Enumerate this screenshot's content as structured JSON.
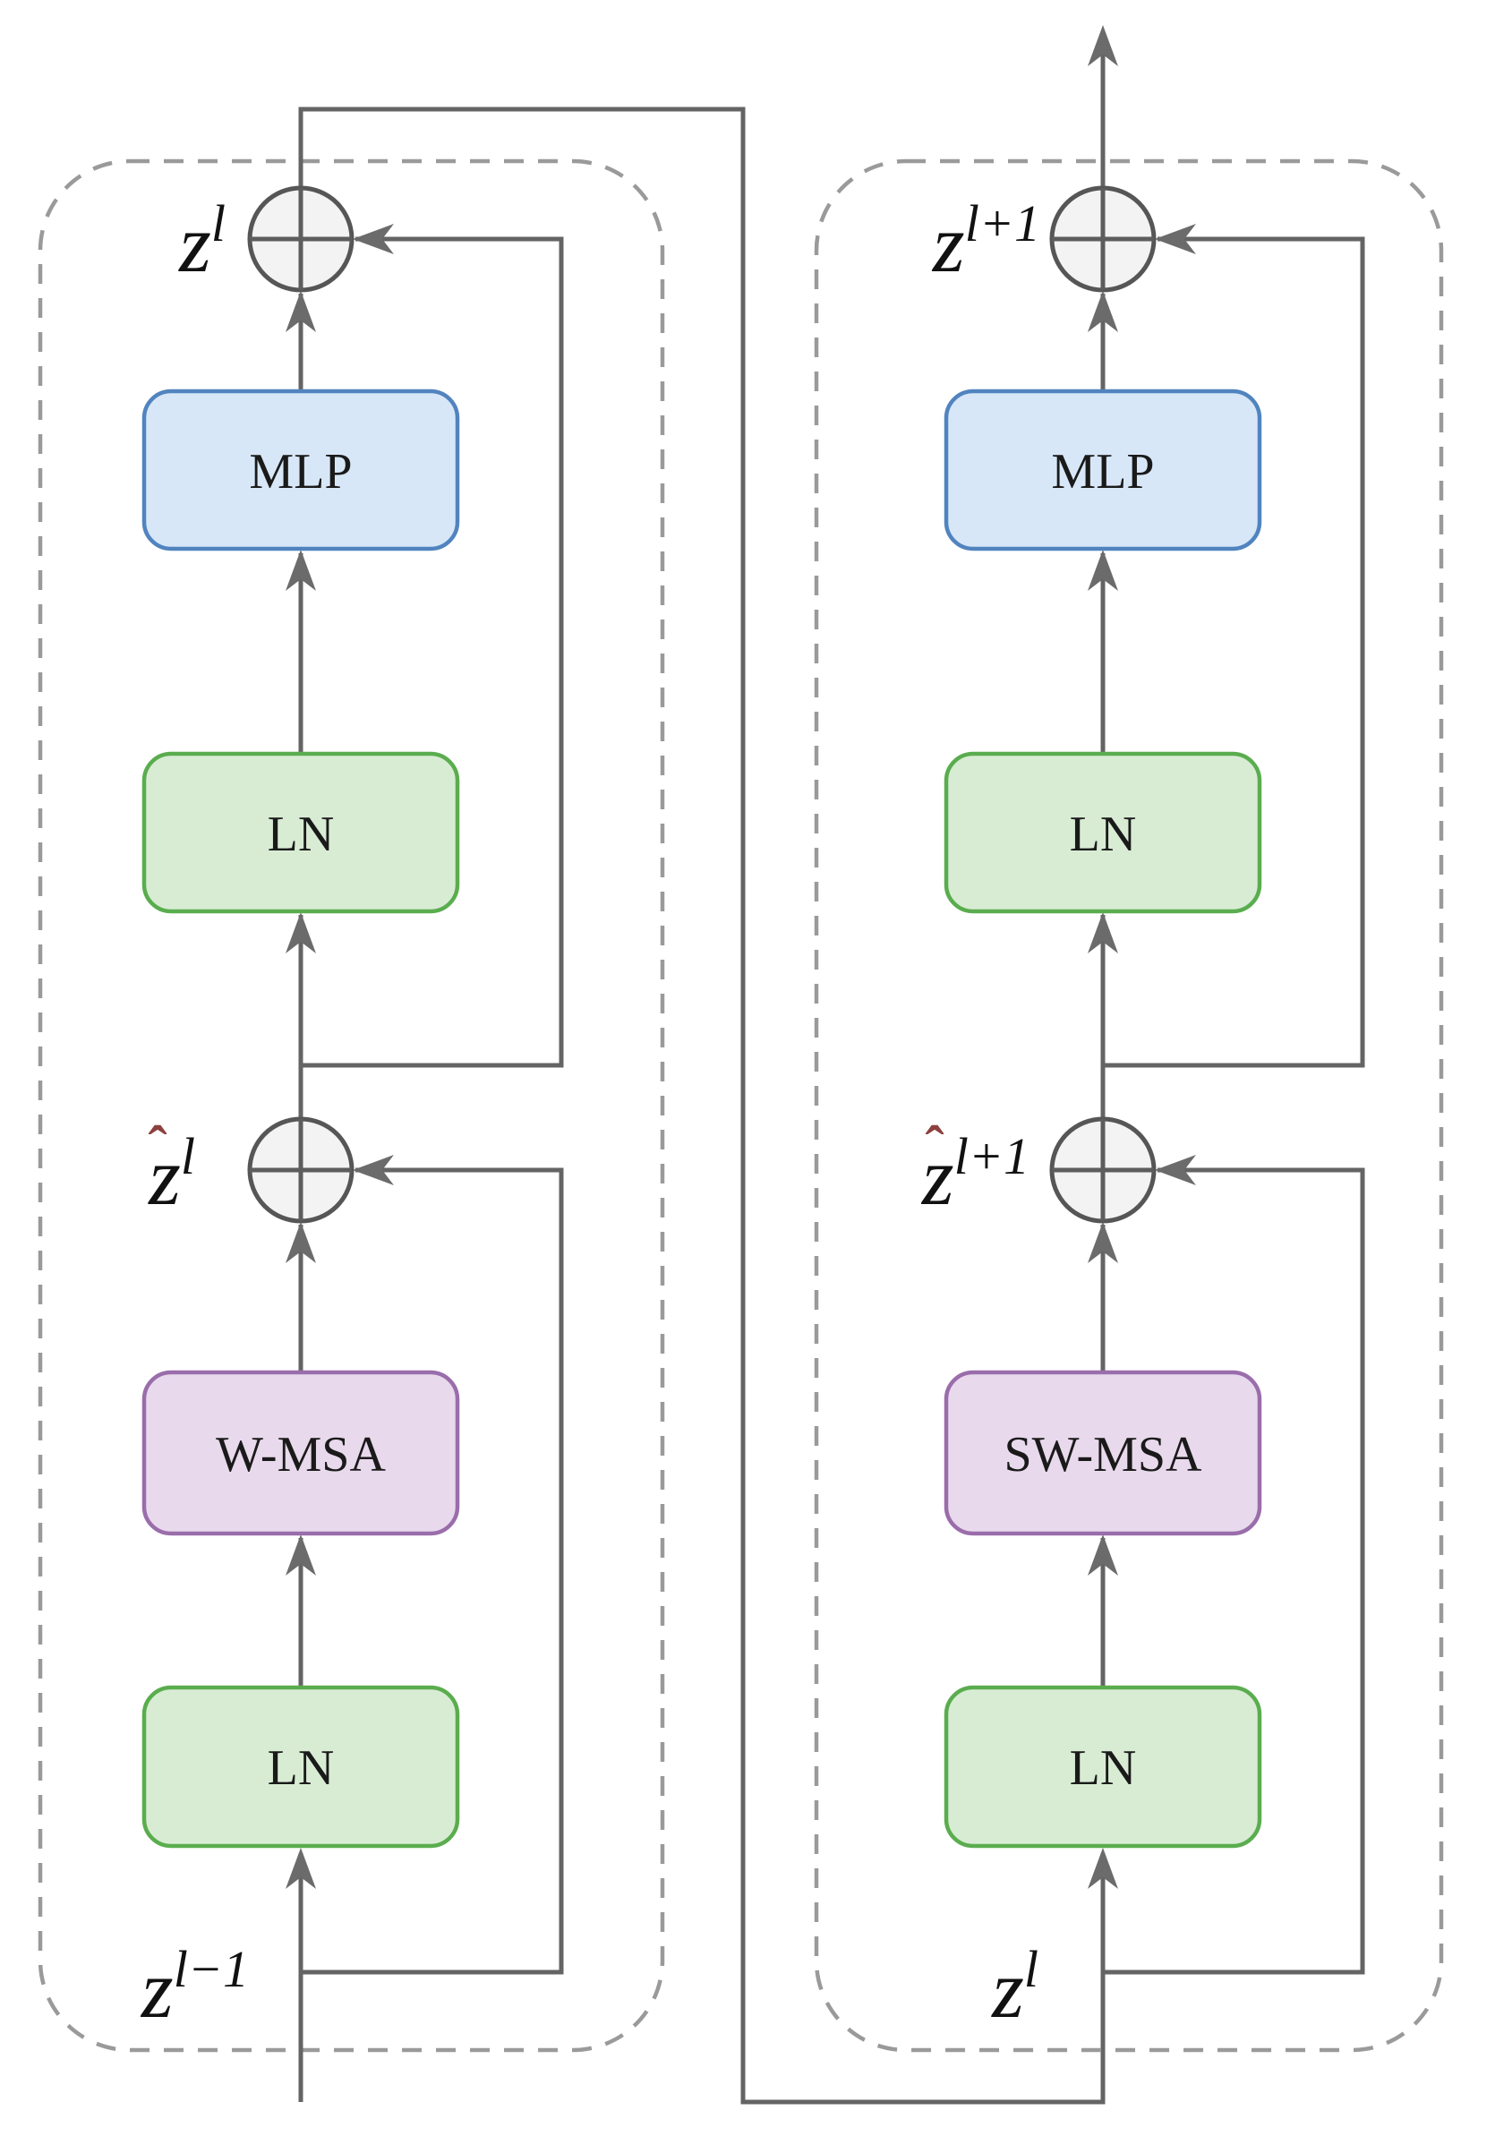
{
  "blocks": [
    {
      "id": "block-l",
      "boxes": {
        "mlp": "MLP",
        "ln_top": "LN",
        "msa": "W-MSA",
        "ln_bottom": "LN"
      },
      "labels": {
        "output": {
          "base": "z",
          "sup": "l"
        },
        "hidden": {
          "hat": "ˆ",
          "base": "z",
          "sup": "l"
        },
        "input": {
          "base": "z",
          "sup": "l−1"
        }
      }
    },
    {
      "id": "block-l-plus-1",
      "boxes": {
        "mlp": "MLP",
        "ln_top": "LN",
        "msa": "SW-MSA",
        "ln_bottom": "LN"
      },
      "labels": {
        "output": {
          "base": "z",
          "sup": "l+1"
        },
        "hidden": {
          "hat": "ˆ",
          "base": "z",
          "sup": "l+1"
        },
        "input": {
          "base": "z",
          "sup": "l"
        }
      }
    }
  ],
  "icons": {
    "sum_node": "⊕ element-wise add (circle with plus)",
    "arrowhead": "solid gray flow arrowhead"
  },
  "colors": {
    "background": "#ffffff",
    "line": "#646464",
    "dashed_border": "#9a9a9a",
    "sum_node_fill": "#f3f3f3",
    "sum_node_stroke": "#565656",
    "mlp_fill": "#d7e7f8",
    "mlp_stroke": "#5184bf",
    "ln_fill": "#d8ecd4",
    "ln_stroke": "#5aad4e",
    "msa_fill": "#e9d9ed",
    "msa_stroke": "#9a6dab",
    "text": "#1a1a1a",
    "hat_accent": "#8d4040"
  }
}
